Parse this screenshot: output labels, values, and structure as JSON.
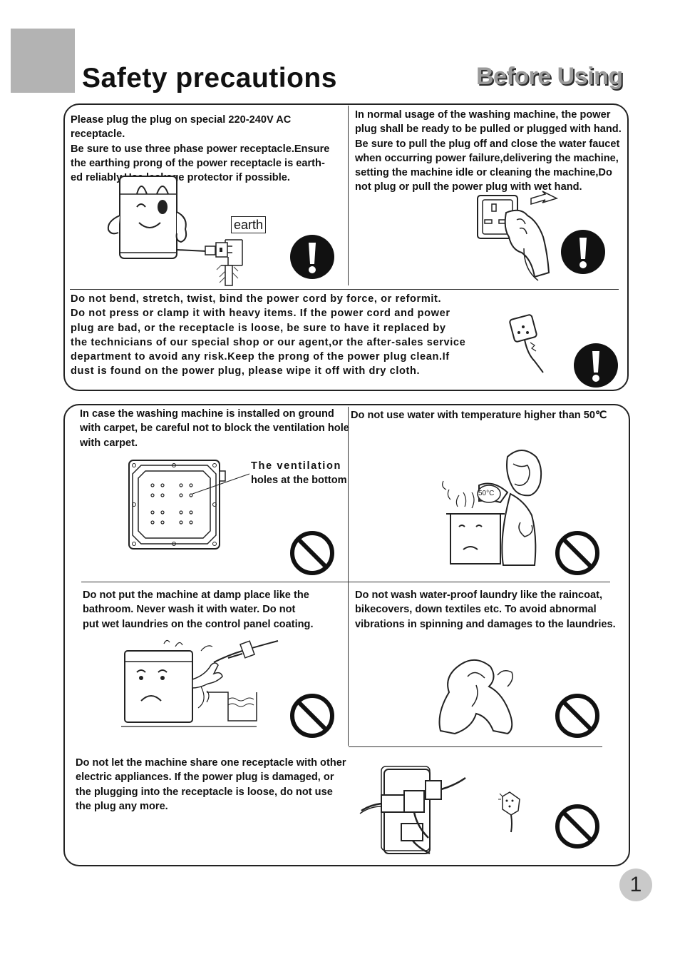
{
  "header": {
    "title": "Safety precautions",
    "section_label": "Before Using"
  },
  "panel1": {
    "plug_receptacle_lines": [
      "Please plug the plug on special 220-240V AC receptacle.",
      "Be sure to use three phase power receptacle.Ensure",
      "the earthing prong of the power receptacle is earth-",
      "ed reliably.Use leakage protector if possible."
    ],
    "earth_label": "earth",
    "wet_hand_lines": [
      "In  normal usage of  the washing  machine, the power",
      "plug shall be ready to be pulled or plugged with hand.",
      "Be sure to pull the plug off  and close the water faucet",
      "when occurring power failure,delivering the machine,",
      "setting the  machine idle or cleaning  the  machine,Do",
      "not plug or pull the power plug with wet hand."
    ],
    "power_cord_lines": [
      "Do not  bend,  stretch,  twist,  bind  the  power  cord  by  force,  or  reformit.",
      "Do not press or clamp it  with heavy  items.  If  the power  cord and  power",
      "plug are bad,  or the   receptacle  is loose,  be  sure  to have  it  replaced  by",
      "the technicians of our special shop or our agent,or the after-sales service",
      "department  to avoid any risk.Keep  the prong of  the power plug clean.If",
      "dust is found on the power plug, please wipe it off with dry cloth."
    ]
  },
  "panel2": {
    "carpet_lines": [
      "In case  the washing  machine  is  installed on ground",
      "with carpet, be careful not to block the ventilation hole",
      "with carpet."
    ],
    "vent_label_lines": [
      "The   ventilation",
      "holes at the bottom"
    ],
    "water_temp_text": "Do not use water with temperature higher than 50℃",
    "temp_badge": "50°C",
    "damp_lines": [
      "Do not put the machine at damp place like the",
      "bathroom. Never  wash  it with  water.  Do not",
      "put wet laundries on the control panel coating."
    ],
    "waterproof_lines": [
      "Do not  wash  water-proof  laundry  like  the raincoat,",
      "bikecovers,  down  textiles  etc.  To  avoid  abnormal",
      "vibrations in spinning and damages to the laundries."
    ],
    "share_receptacle_lines": [
      "Do not let the machine share one receptacle with other",
      "electric appliances. If the power  plug  is  damaged,  or",
      "the  plugging  into  the receptacle is loose,  do not use",
      "the plug any more."
    ]
  },
  "footer": {
    "page_number": "1"
  },
  "icons": {
    "warning": "exclamation-circle-icon",
    "prohibition": "no-entry-circle-icon"
  }
}
